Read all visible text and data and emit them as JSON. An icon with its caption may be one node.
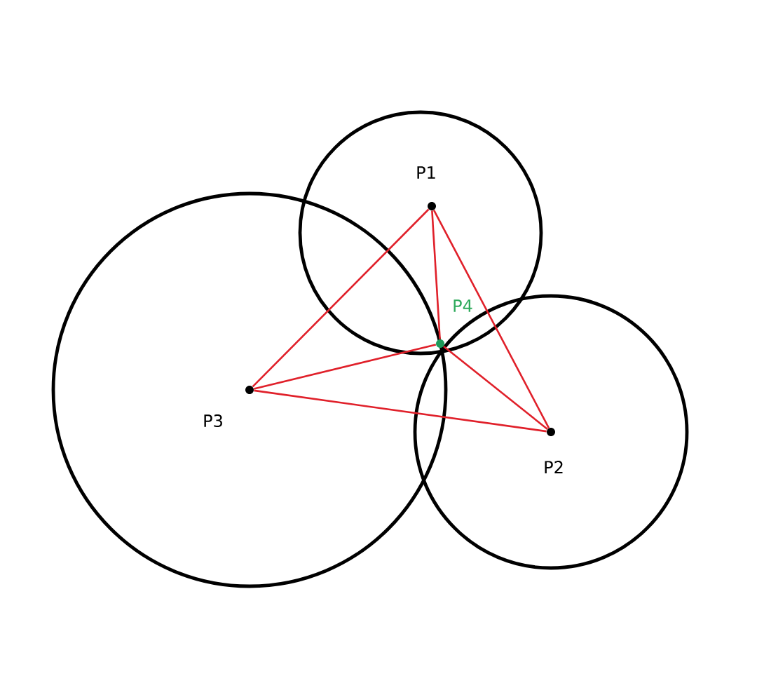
{
  "diagram": {
    "nodes": [
      {
        "text": [],
        "shape": "circle",
        "beside": [
          "P1"
        ]
      },
      {
        "text": [],
        "shape": "circle",
        "beside": [
          "P2"
        ]
      },
      {
        "text": [],
        "shape": "circle",
        "beside": [
          "P3"
        ]
      },
      {
        "text": [],
        "shape": "circle",
        "beside": [
          "P4"
        ]
      }
    ],
    "edges": [
      {
        "from": 0,
        "to": 1,
        "arrow": "none"
      },
      {
        "from": 0,
        "to": 2,
        "arrow": "none"
      },
      {
        "from": 2,
        "to": 1,
        "arrow": "none"
      },
      {
        "from": 3,
        "to": 0,
        "arrow": "none"
      },
      {
        "from": 3,
        "to": 1,
        "arrow": "none"
      },
      {
        "from": 3,
        "to": 2,
        "arrow": "none"
      }
    ]
  }
}
